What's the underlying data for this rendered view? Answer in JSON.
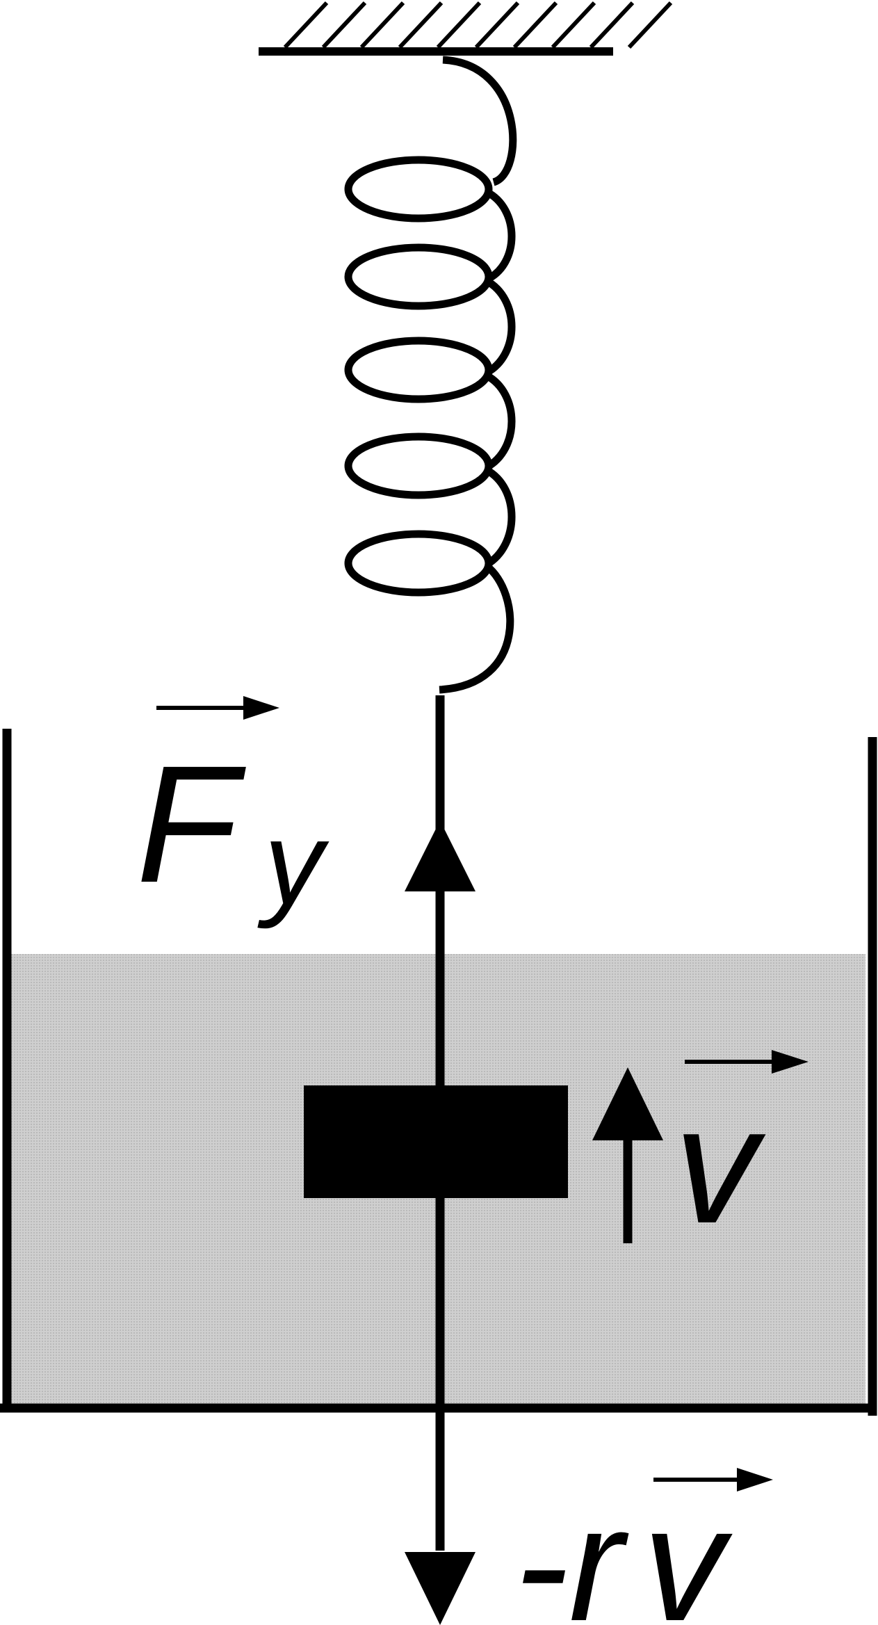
{
  "diagram": {
    "labels": {
      "spring_force": "F",
      "spring_force_subscript": "y",
      "velocity": "v",
      "drag_prefix": "-r",
      "drag_vector": "v"
    },
    "colors": {
      "ink": "#000000",
      "liquid": "#c8c8c8",
      "background": "#ffffff"
    }
  }
}
